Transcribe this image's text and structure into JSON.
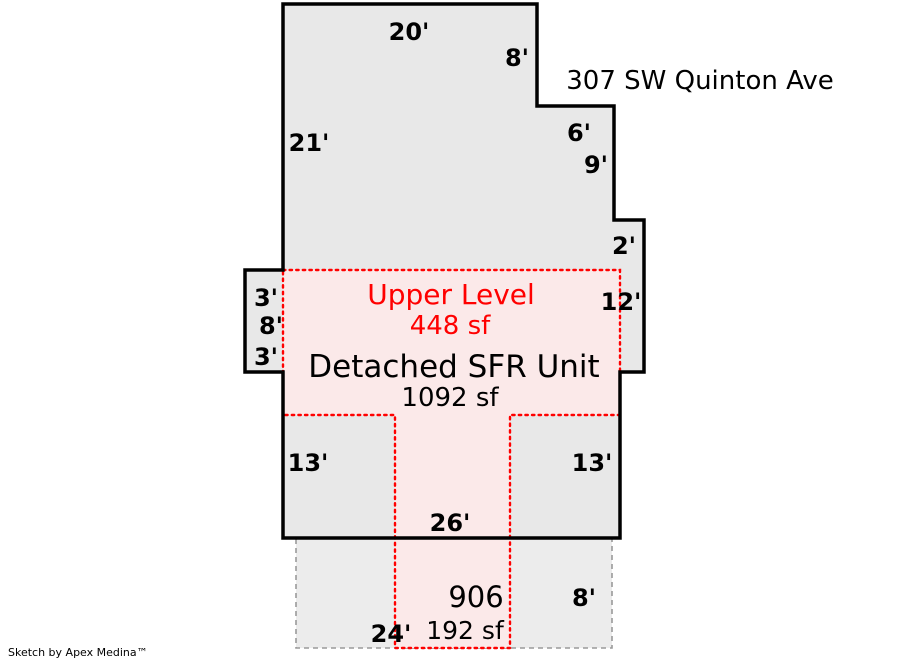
{
  "address": "307 SW Quinton Ave",
  "credit": "Sketch by Apex Medina™",
  "upper_level": {
    "name": "Upper Level",
    "area": "448 sf"
  },
  "unit": {
    "name": "Detached SFR Unit",
    "area": "1092 sf"
  },
  "patio": {
    "name": "906",
    "area": "192 sf"
  },
  "dims": {
    "top": "20'",
    "top_right_step": "8'",
    "left_upper": "21'",
    "right_step_h": "6'",
    "right_step_v": "9'",
    "right_jog": "2'",
    "right_mid": "12'",
    "bump_top": "3'",
    "bump_left": "8'",
    "bump_bottom": "3'",
    "lower_left": "13'",
    "lower_right": "13'",
    "bottom": "26'",
    "patio_right": "8'",
    "patio_bottom": "24'"
  },
  "colors": {
    "outline": "#000000",
    "building_fill": "#e8e8e8",
    "upper_fill": "#fbe9e9",
    "upper_stroke": "#ff0000",
    "patio_fill": "#ececec",
    "patio_stroke": "#9a9a9a"
  }
}
